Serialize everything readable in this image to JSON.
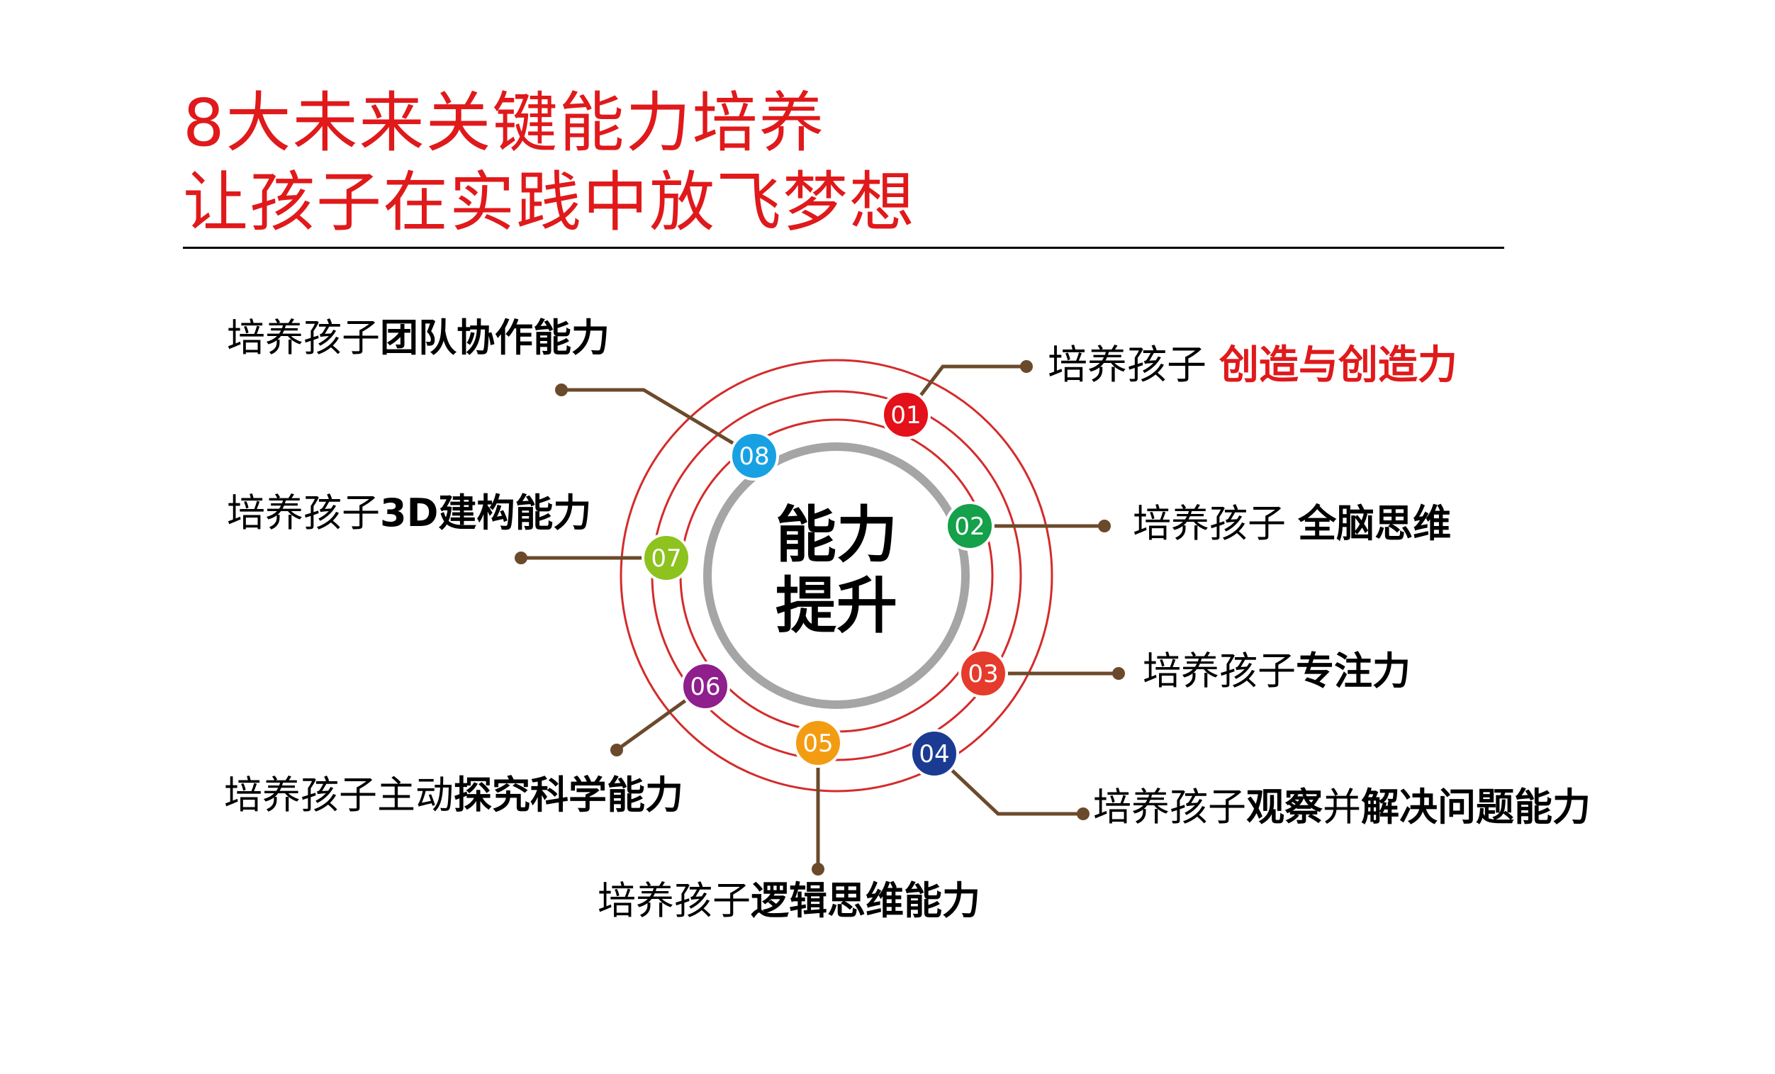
{
  "title": {
    "line1": "8大未来关键能力培养",
    "line2": "让孩子在实践中放飞梦想",
    "color": "#e0191b"
  },
  "rule_color": "#000000",
  "center": {
    "line1": "能力",
    "line2": "提升",
    "ring_color": "#a5a5a5"
  },
  "ring_color": "#d42b2b",
  "connector_color": "#6b4a2b",
  "items": [
    {
      "num": "01",
      "color": "#e4101a",
      "prefix": "培养孩子 ",
      "key": "创造与创造力",
      "key_color": "#e0191b"
    },
    {
      "num": "02",
      "color": "#15a04a",
      "prefix": "培养孩子 ",
      "key": "全脑思维",
      "key_color": "#000000"
    },
    {
      "num": "03",
      "color": "#e53b2c",
      "prefix": "培养孩子",
      "key": "专注力",
      "key_color": "#000000"
    },
    {
      "num": "04",
      "color": "#1b3b93",
      "prefix": "培养孩子",
      "key": "观察",
      "mid": "并",
      "key2": "解决问题能力",
      "key_color": "#000000"
    },
    {
      "num": "05",
      "color": "#f39c12",
      "prefix": "培养孩子",
      "key": "逻辑思维能力",
      "key_color": "#000000"
    },
    {
      "num": "06",
      "color": "#8e1f8c",
      "prefix": "培养孩子主动",
      "key": "探究科学能力",
      "key_color": "#000000"
    },
    {
      "num": "07",
      "color": "#8dc21f",
      "prefix": "培养孩子",
      "key": "3D建构能力",
      "key_color": "#000000"
    },
    {
      "num": "08",
      "color": "#17a1e3",
      "prefix": "培养孩子",
      "key": "团队协作能力",
      "key_color": "#000000"
    }
  ]
}
